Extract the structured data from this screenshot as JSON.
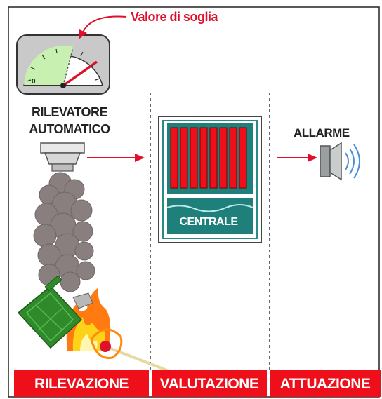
{
  "labels": {
    "threshold": "Valore di soglia",
    "detector_line1": "RILEVATORE",
    "detector_line2": "AUTOMATICO",
    "alarm": "ALLARME",
    "control_panel": "CENTRALE",
    "gauge_zero": "0"
  },
  "phases": [
    "RILEVAZIONE",
    "VALUTAZIONE",
    "ATTUAZIONE"
  ],
  "colors": {
    "accent_red": "#ee0f1a",
    "panel_teal": "#1f7f7a",
    "panel_frame": "#2b8a86",
    "gauge_green": "#c8f0b0",
    "smoke": "#8a7f7f",
    "fuel_can": "#2e8a2a",
    "speaker": "#9aa0a0"
  },
  "icons": [
    "gauge-icon",
    "smoke-detector-icon",
    "smoke-icon",
    "fire-icon",
    "fuel-can-icon",
    "match-icon",
    "control-panel-icon",
    "speaker-icon"
  ]
}
